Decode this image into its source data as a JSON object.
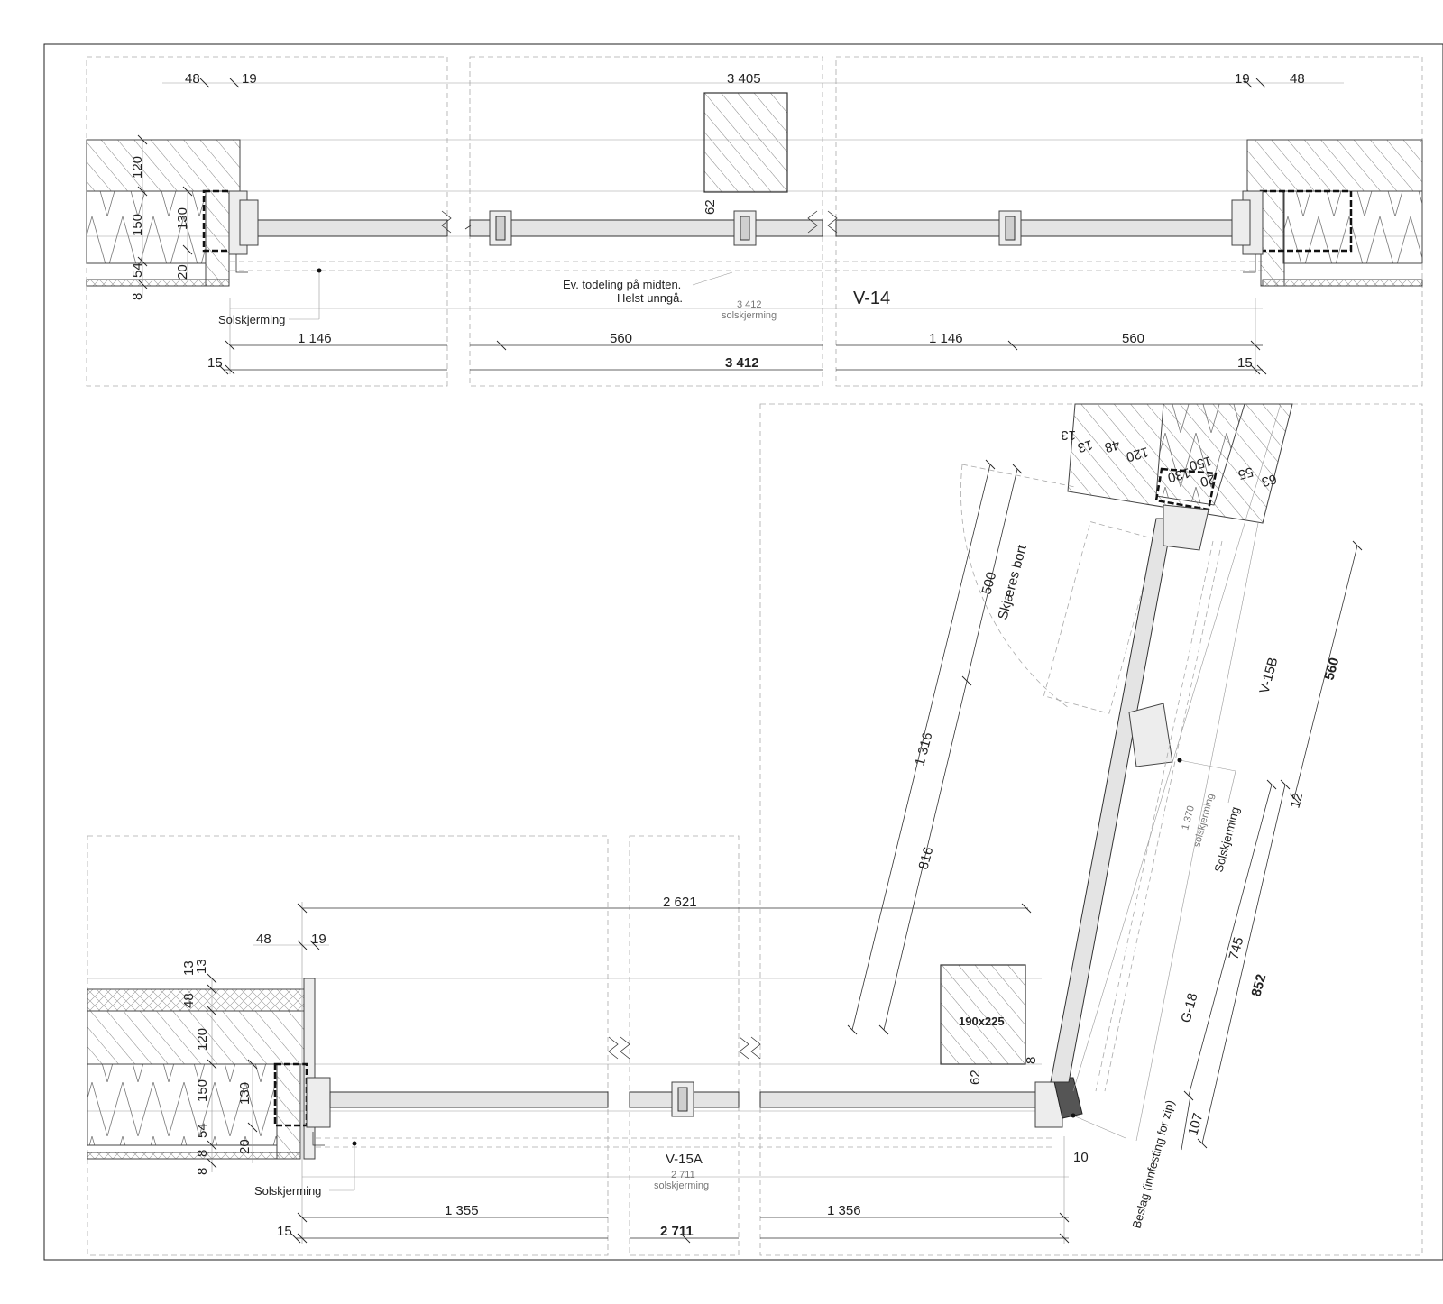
{
  "top": {
    "dims": {
      "d48": "48",
      "d19": "19",
      "d3405": "3 405",
      "r19": "19",
      "r48": "48",
      "v120": "120",
      "v150": "150",
      "v130": "130",
      "v54": "54",
      "v20": "20",
      "v8": "8",
      "v62": "62",
      "d1146a": "1 146",
      "d560a": "560",
      "d1146b": "1 146",
      "d560b": "560",
      "d15a": "15",
      "d3412": "3 412",
      "d15b": "15",
      "sol3412": "3 412",
      "sol3412b": "solskjerming"
    },
    "label_solskjerming": "Solskjerming",
    "note1": "Ev. todeling på midten.",
    "note2": "Helst unngå.",
    "window_id": "V-14"
  },
  "bottom": {
    "dims": {
      "d2621": "2 621",
      "d48": "48",
      "d19": "19",
      "v13a": "13",
      "v13b": "13",
      "v48": "48",
      "v120": "120",
      "v150": "150",
      "v130": "130",
      "v54": "54",
      "v20": "20",
      "v8a": "8",
      "v8b": "8",
      "v62": "62",
      "v8c": "8",
      "d1355": "1 355",
      "d1356": "1 356",
      "d15": "15",
      "d2711": "2 711",
      "sol2711": "2 711",
      "sol2711b": "solskjerming",
      "d10": "10"
    },
    "label_solskjerming": "Solskjerming",
    "window_id": "V-15A",
    "post_size": "190x225"
  },
  "angled": {
    "dims": {
      "d13a": "13",
      "d13b": "13",
      "d120": "120",
      "d48": "48",
      "d150": "150",
      "d130": "130",
      "d20": "20",
      "d55": "55",
      "d63": "63",
      "d500": "500",
      "d1316": "1 316",
      "d816": "816",
      "d560": "560",
      "d12": "12",
      "d745": "745",
      "d852": "852",
      "d107": "107",
      "sol1370": "1 370",
      "sol1370b": "solskjerming"
    },
    "cut_note": "Skjæres bort",
    "label_solskjerming": "Solskjerming",
    "window_id": "V-15B",
    "glass_id": "G-18",
    "bracket_note": "Beslag (innfesting for zip)"
  }
}
